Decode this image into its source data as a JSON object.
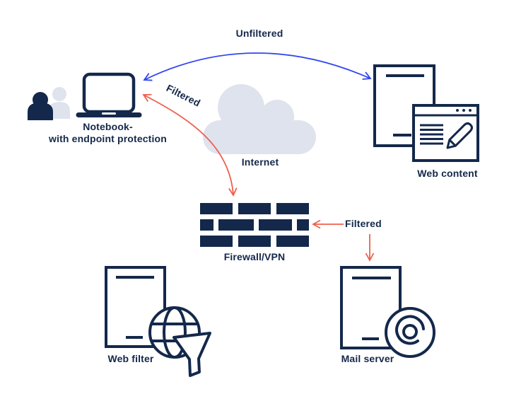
{
  "colors": {
    "navy": "#14284b",
    "blue": "#3247f0",
    "red": "#ef5f4c",
    "cloud-gray": "#dfe3ed"
  },
  "nodes": {
    "notebook": {
      "label_line1": "Notebook-",
      "label_line2": "with endpoint protection"
    },
    "internet": {
      "label": "Internet"
    },
    "web_content": {
      "label": "Web content"
    },
    "firewall": {
      "label": "Firewall/VPN"
    },
    "web_filter": {
      "label": "Web filter"
    },
    "mail_server": {
      "label": "Mail server"
    }
  },
  "edges": {
    "unfiltered": {
      "label": "Unfiltered"
    },
    "filtered_to_notebook": {
      "label": "Filtered"
    },
    "filtered_via_firewall": {
      "label": "Filtered"
    }
  }
}
